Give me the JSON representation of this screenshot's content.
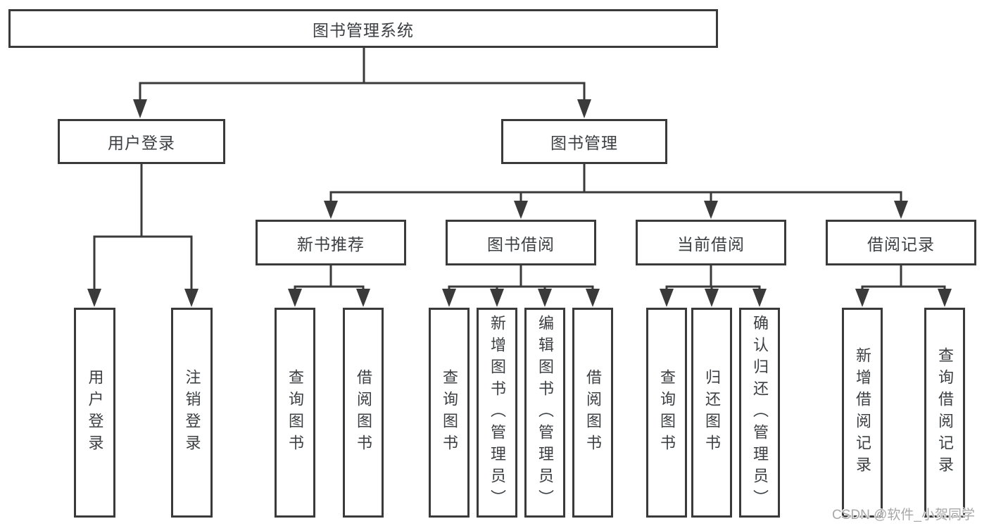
{
  "diagram_title": "图书管理系统",
  "tree": {
    "label": "图书管理系统",
    "children": [
      {
        "label": "用户登录",
        "children": [
          {
            "label": "用户登录"
          },
          {
            "label": "注销登录"
          }
        ]
      },
      {
        "label": "图书管理",
        "children": [
          {
            "label": "新书推荐",
            "children": [
              {
                "label": "查询图书"
              },
              {
                "label": "借阅图书"
              }
            ]
          },
          {
            "label": "图书借阅",
            "children": [
              {
                "label": "查询图书"
              },
              {
                "label": "新增图书（管理员）"
              },
              {
                "label": "编辑图书（管理员）"
              },
              {
                "label": "借阅图书"
              }
            ]
          },
          {
            "label": "当前借阅",
            "children": [
              {
                "label": "查询图书"
              },
              {
                "label": "归还图书"
              },
              {
                "label": "确认归还（管理员）"
              }
            ]
          },
          {
            "label": "借阅记录",
            "children": [
              {
                "label": "新增借阅记录"
              },
              {
                "label": "查询借阅记录"
              }
            ]
          }
        ]
      }
    ]
  },
  "watermark": "CSDN @软件_小贺同学",
  "colors": {
    "line": "#3a3a3a",
    "text": "#3c4043",
    "box_background": "#ffffff",
    "page_background": "#ffffff",
    "watermark": "#a8a8a8"
  }
}
